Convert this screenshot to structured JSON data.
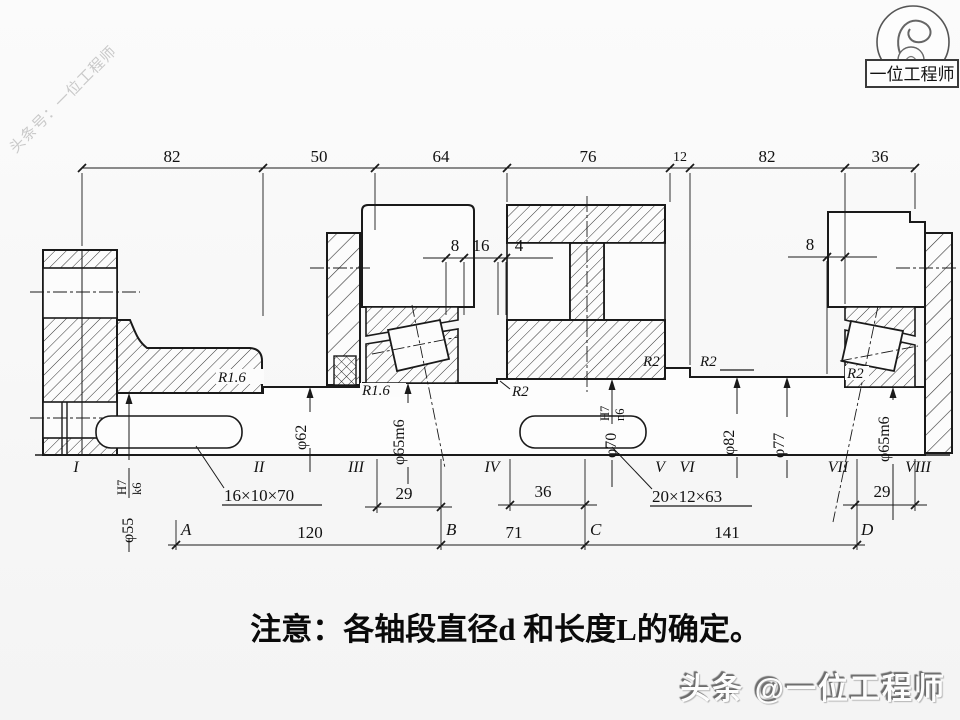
{
  "watermark": "头条号：一位工程师",
  "caption": "注意：各轴段直径d 和长度L的确定。",
  "stamp": "头条 @一位工程师",
  "logo": {
    "name": "一位工程师"
  },
  "colors": {
    "line": "#1a1a1a",
    "hatch": "#333333",
    "watermark": "#c9c9c9"
  },
  "dims": {
    "top": [
      "82",
      "50",
      "64",
      "76",
      "12",
      "82",
      "36"
    ],
    "detail_left": [
      "8",
      "16",
      "4"
    ],
    "detail_right": "8",
    "seg": [
      "29",
      "36",
      "29"
    ],
    "span": [
      "120",
      "71",
      "141"
    ],
    "points": [
      "A",
      "B",
      "C",
      "D"
    ],
    "sections": [
      "I",
      "II",
      "III",
      "IV",
      "V",
      "VI",
      "VII",
      "VIII"
    ],
    "keys": [
      "16×10×70",
      "20×12×63"
    ],
    "radii": {
      "r16a": "R1.6",
      "r16b": "R1.6",
      "r2a": "R2",
      "r2b": "R2",
      "r2c": "R2",
      "r2d": "R2"
    },
    "dia": {
      "d1": "φ55",
      "d1a": "H7",
      "d1b": "k6",
      "d2": "φ62",
      "d3": "φ65m6",
      "d4": "φ70",
      "d4a": "H7",
      "d4b": "n6",
      "d5": "φ82",
      "d6": "φ77",
      "d7": "φ65m6"
    }
  }
}
